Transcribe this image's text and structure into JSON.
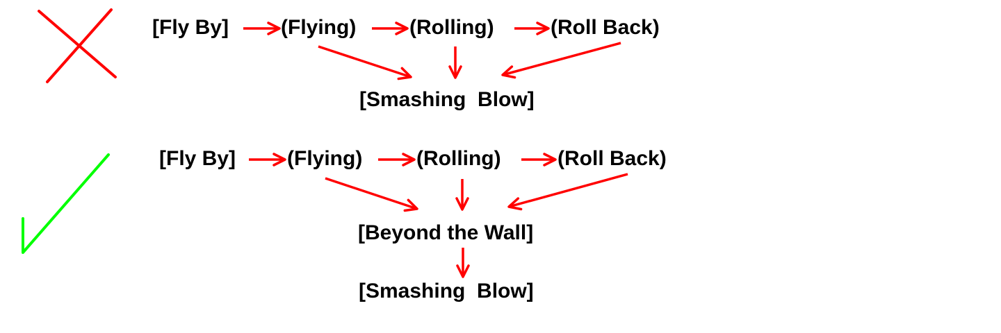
{
  "colors": {
    "background": "#ffffff",
    "text": "#000000",
    "arrow": "#ff0000",
    "wrong_mark": "#ff0000",
    "correct_mark": "#00ff00"
  },
  "wrong_example": {
    "mark_icon": "red-x-mark-icon",
    "sequence": [
      "[Fly By]",
      "(Flying)",
      "(Rolling)",
      "(Roll Back)"
    ],
    "result": "[Smashing  Blow]"
  },
  "correct_example": {
    "mark_icon": "green-check-mark-icon",
    "sequence": [
      "[Fly By]",
      "(Flying)",
      "(Rolling)",
      "(Roll Back)"
    ],
    "intermediate": "[Beyond the Wall]",
    "result": "[Smashing  Blow]"
  }
}
